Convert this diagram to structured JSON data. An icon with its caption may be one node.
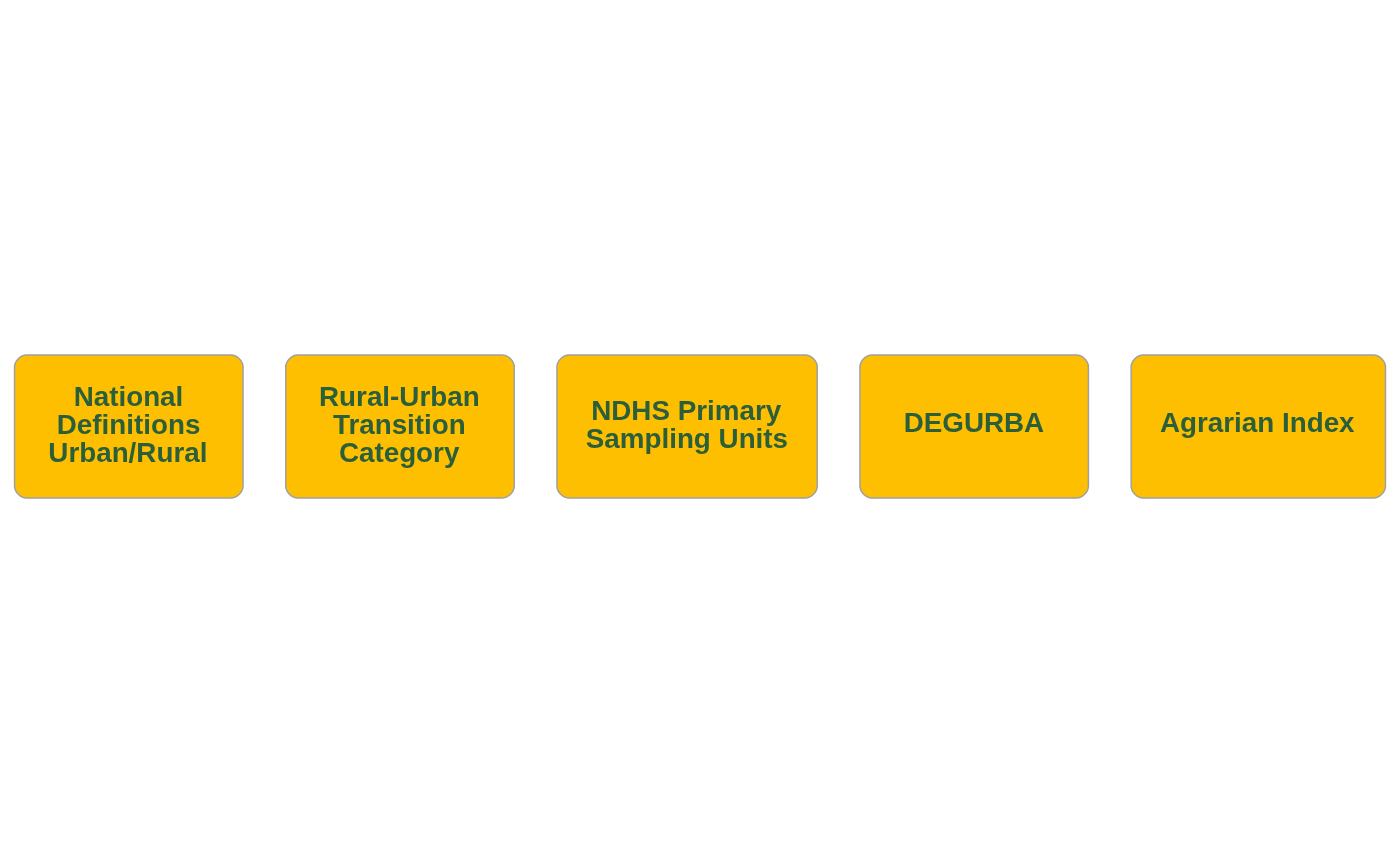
{
  "diagram": {
    "nodes": [
      {
        "text": [
          "National Definitions Urban/Rural"
        ]
      },
      {
        "text": [
          "Rural-Urban Transition Category"
        ]
      },
      {
        "text": [
          "NDHS Primary Sampling Units"
        ]
      },
      {
        "text": [
          "DEGURBA"
        ]
      },
      {
        "text": [
          "Agrarian Index"
        ]
      }
    ],
    "edges": []
  }
}
